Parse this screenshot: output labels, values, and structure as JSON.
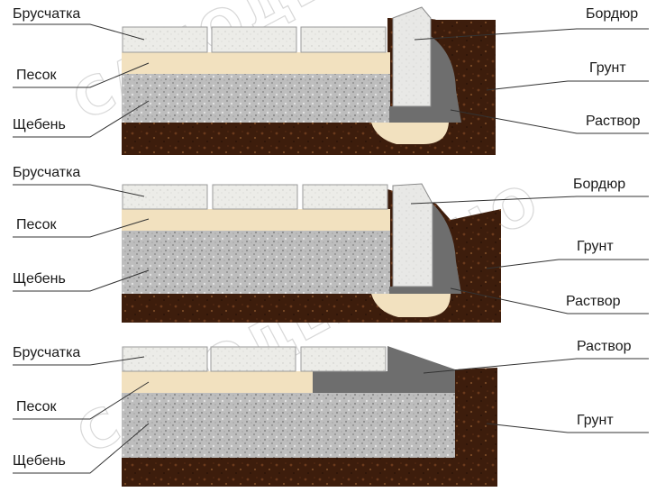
{
  "diagrams": [
    {
      "left_labels": [
        "Брусчатка",
        "Песок",
        "Щебень"
      ],
      "right_labels": [
        "Бордюр",
        "Грунт",
        "Раствор"
      ]
    },
    {
      "left_labels": [
        "Брусчатка",
        "Песок",
        "Щебень"
      ],
      "right_labels": [
        "Бордюр",
        "Грунт",
        "Раствор"
      ]
    },
    {
      "left_labels": [
        "Брусчатка",
        "Песок",
        "Щебень"
      ],
      "right_labels": [
        "Раствор",
        "Грунт"
      ]
    }
  ],
  "watermark": "САМОДЕЛКИНО",
  "colors": {
    "paver": "#ecece8",
    "sand": "#f2e1bf",
    "gravel": "#b9b9b9",
    "soil": "#3d1d0c",
    "mortar": "#6e6e6e",
    "curb": "#e8e8e6"
  }
}
